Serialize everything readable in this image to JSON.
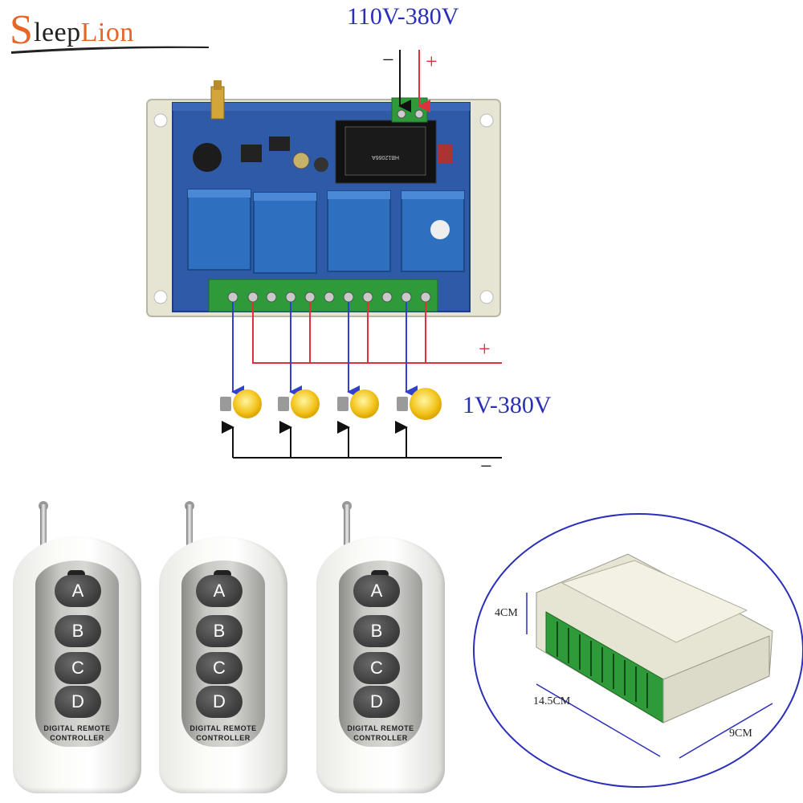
{
  "brand": {
    "logo_s": "S",
    "logo_rest_1": "leep",
    "logo_rest_2": "Lion"
  },
  "wiring": {
    "input_voltage": "110V-380V",
    "minus": "−",
    "plus": "+",
    "load_voltage": "1V-380V",
    "load_plus": "+",
    "load_minus": "−"
  },
  "remotes": [
    {
      "buttons": [
        "A",
        "B",
        "C",
        "D"
      ],
      "text_line1": "DIGITAL REMOTE",
      "text_line2": "CONTROLLER"
    },
    {
      "buttons": [
        "A",
        "B",
        "C",
        "D"
      ],
      "text_line1": "DIGITAL REMOTE",
      "text_line2": "CONTROLLER"
    },
    {
      "buttons": [
        "A",
        "B",
        "C",
        "D"
      ],
      "text_line1": "DIGITAL REMOTE",
      "text_line2": "CONTROLLER"
    }
  ],
  "dimensions": {
    "height": "4CM",
    "length": "14.5CM",
    "width": "9CM"
  },
  "colors": {
    "brand_orange": "#e6662a",
    "voltage_blue": "#2b2fb8",
    "wire_red": "#e03040",
    "wire_blue": "#3040d0",
    "board_blue": "#2f5aa8",
    "relay_blue": "#2f6fc0",
    "enclosure": "#e6e4d2",
    "terminal_green": "#2e9a3a"
  }
}
